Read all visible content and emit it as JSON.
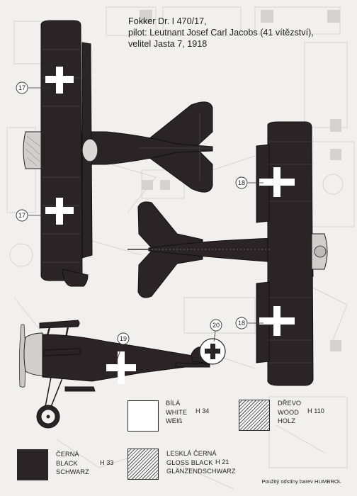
{
  "caption": {
    "line1": "Fokker Dr. I 470/17,",
    "line2": "pilot: Leutnant Josef Carl Jacobs (41 vítězství),",
    "line3": "velitel Jasta 7, 1918"
  },
  "callouts": [
    "17",
    "17",
    "18",
    "18",
    "19",
    "20"
  ],
  "colors": {
    "white": {
      "cz": "BÍLÁ",
      "en": "WHITE",
      "de": "WEIß",
      "code": "H 34",
      "hex": "#ffffff"
    },
    "wood": {
      "cz": "DŘEVO",
      "en": "WOOD",
      "de": "HOLZ",
      "code": "H 110"
    },
    "black": {
      "cz": "ČERNÁ",
      "en": "BLACK",
      "de": "SCHWARZ",
      "code": "H 33",
      "hex": "#2b2426"
    },
    "gloss_black": {
      "cz": "LESKLÁ ČERNÁ",
      "en": "GLOSS BLACK",
      "de": "GLÄNZENDSCHWARZ",
      "code": "H 21"
    }
  },
  "footer": "Použitý odstíny barev HUMBROL",
  "palette": {
    "aircraft": "#2b2426",
    "cross": "#ffffff",
    "ghost": "#dcdbd8"
  }
}
